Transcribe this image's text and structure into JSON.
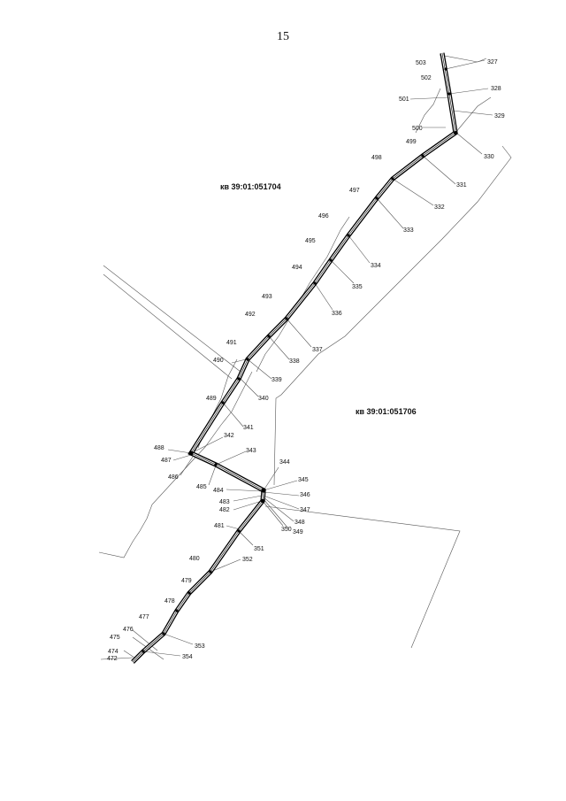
{
  "page_number": "15",
  "quarters": {
    "upper": "кв 39:01:051704",
    "lower": "кв 39:01:051706"
  },
  "left_point_labels": [
    "503",
    "502",
    "501",
    "500",
    "499",
    "498",
    "497",
    "496",
    "495",
    "494",
    "493",
    "492",
    "491",
    "490",
    "489",
    "488",
    "487",
    "486",
    "485",
    "484",
    "483",
    "482",
    "481",
    "480",
    "479",
    "478",
    "477",
    "476",
    "475",
    "474",
    "472"
  ],
  "right_point_labels": [
    "327",
    "328",
    "329",
    "330",
    "331",
    "332",
    "333",
    "334",
    "335",
    "336",
    "337",
    "338",
    "339",
    "340",
    "341",
    "342",
    "343",
    "344",
    "345",
    "346",
    "347",
    "348",
    "349",
    "350",
    "351",
    "352",
    "353",
    "354"
  ]
}
